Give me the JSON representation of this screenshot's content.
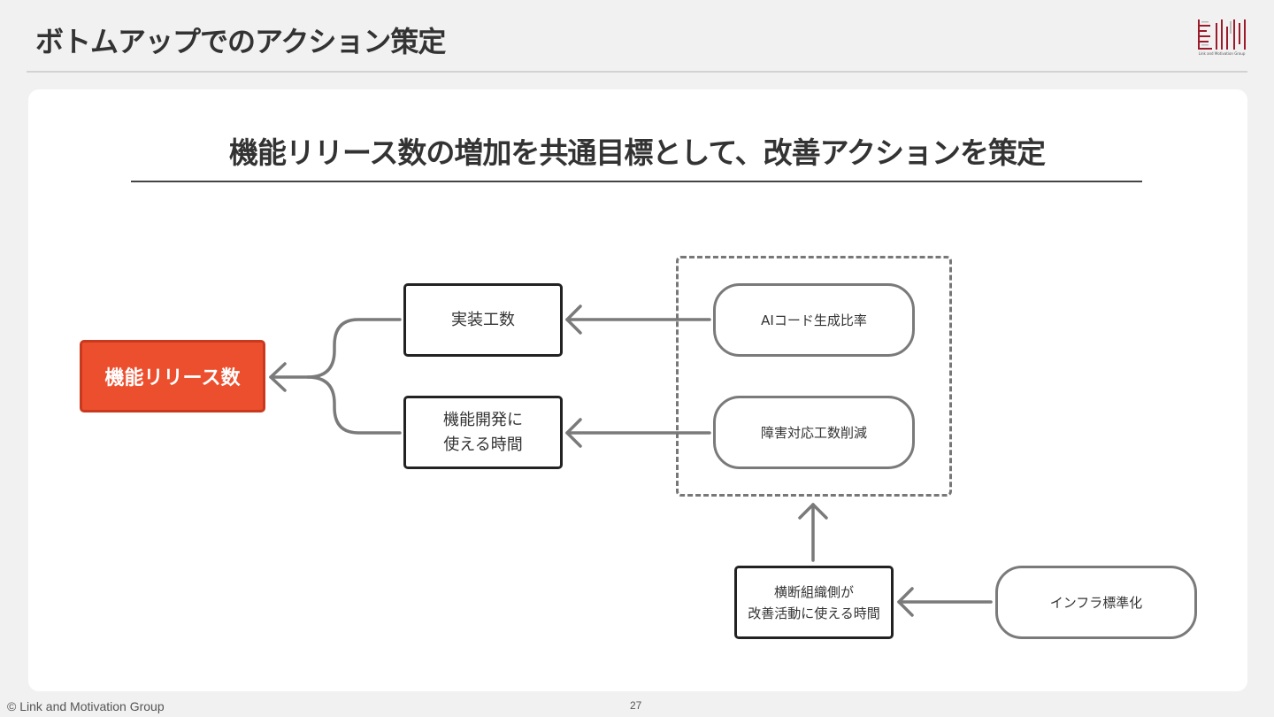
{
  "slide": {
    "title": "ボトムアップでのアクション策定",
    "logo_text": "Link and Motivation Group"
  },
  "headline": "機能リリース数の増加を共通目標として、改善アクションを策定",
  "diagram": {
    "goal": "機能リリース数",
    "drivers": [
      "実装工数",
      "機能開発に\n使える時間"
    ],
    "actions": [
      "AIコード生成比率",
      "障害対応工数削減"
    ],
    "enabler": "横断組織側が\n改善活動に使える時間",
    "root": "インフラ標準化"
  },
  "footer": {
    "copyright": "© Link and Motivation Group",
    "page": "27"
  },
  "colors": {
    "goal": "#ec4f2e",
    "arrow": "#7a7a7a",
    "box_border": "#222222"
  }
}
